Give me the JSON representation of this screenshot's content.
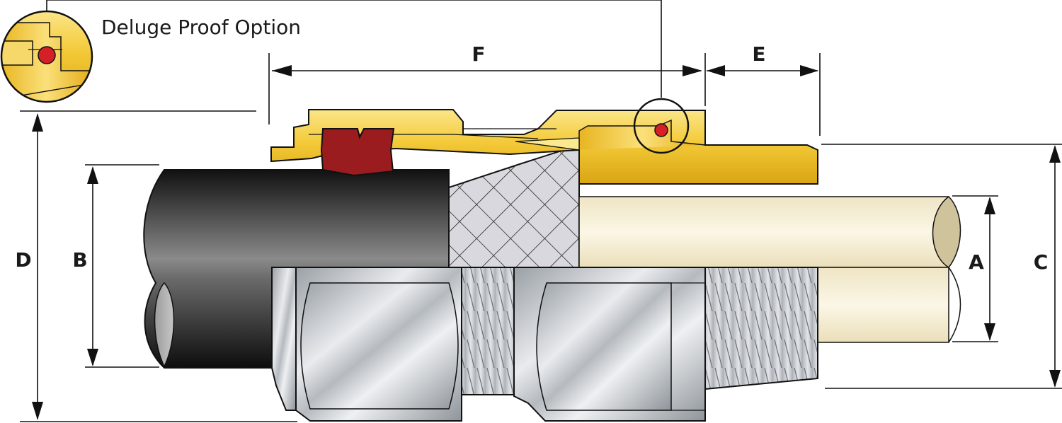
{
  "callout": {
    "label": "Deluge Proof Option"
  },
  "dimensions": {
    "A": "A",
    "B": "B",
    "C": "C",
    "D": "D",
    "E": "E",
    "F": "F"
  },
  "colors": {
    "brass": "#f1c232",
    "seal_red": "#9b1c1f",
    "oring_red": "#d62027",
    "cable_black": "#1e1e1e",
    "inner_cable": "#f3ead0",
    "braid": "#d6d6dc",
    "metal": "#c9cdd2"
  }
}
